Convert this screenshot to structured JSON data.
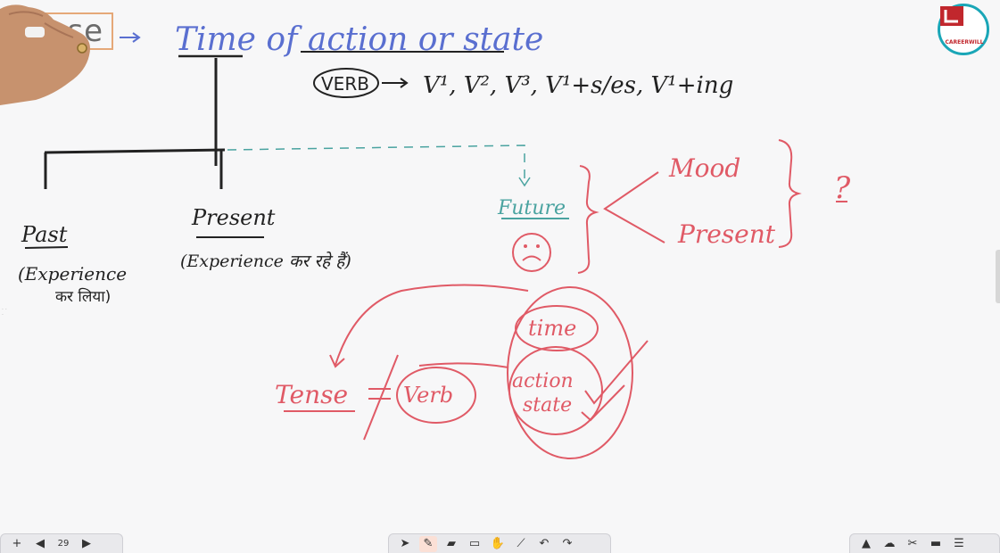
{
  "title_box": "Tense",
  "logo": {
    "text": "CAREERWILL",
    "brand_color": "#c1272d",
    "ring_color": "#1aa6b7"
  },
  "board": {
    "headline": "Time of action or state",
    "verb_circle": "VERB",
    "verb_forms": "V¹, V², V³, V¹+s/es, V¹+ing",
    "past_label": "Past",
    "past_note_1": "(Experience",
    "past_note_2": "कर लिया)",
    "present_label": "Present",
    "present_note": "(Experience कर रहे हैं)",
    "future_label": "Future",
    "mood_label": "Mood",
    "present_branch_label": "Present",
    "question_mark": "?",
    "tense_label": "Tense",
    "verb_label": "Verb",
    "time_label": "time",
    "action_label": "action",
    "state_label": "state",
    "ink_colors": {
      "blue": "#5a6fd0",
      "dark": "#222222",
      "teal": "#4aa3a0",
      "red": "#e05a66"
    }
  },
  "toolbar": {
    "left": [
      "add-icon",
      "prev-page-icon",
      "page-indicator",
      "next-page-icon"
    ],
    "page_number": "29",
    "middle": [
      "pointer-icon",
      "pen-icon",
      "highlighter-icon",
      "eraser-icon",
      "hand-icon",
      "laser-icon",
      "undo-icon",
      "redo-icon"
    ],
    "right": [
      "whiteboard-icon",
      "cloud-icon",
      "tools-icon",
      "screen-icon",
      "menu-icon"
    ]
  }
}
